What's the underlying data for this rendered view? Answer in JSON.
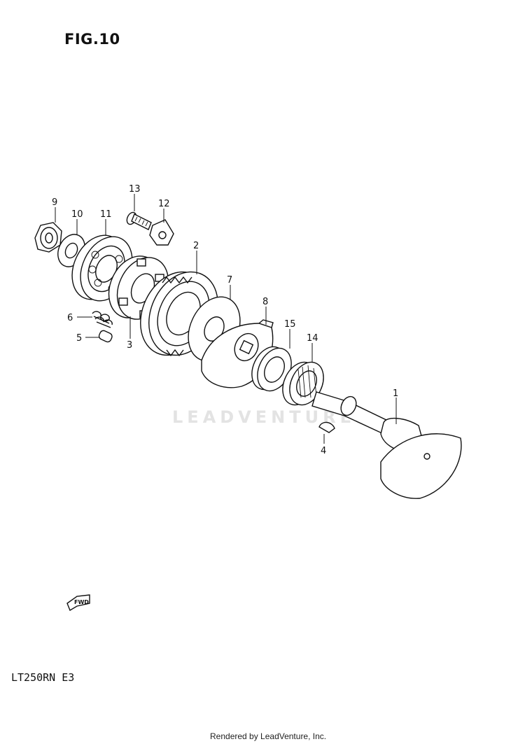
{
  "figure": {
    "title": "FIG.10",
    "model_code": "LT250RN E3",
    "footer": "Rendered by LeadVenture, Inc.",
    "watermark": "LEADVENTURE",
    "fwd_label": "FWD"
  },
  "callouts": [
    "1",
    "2",
    "3",
    "4",
    "5",
    "6",
    "7",
    "8",
    "9",
    "10",
    "11",
    "12",
    "13",
    "14",
    "15"
  ]
}
